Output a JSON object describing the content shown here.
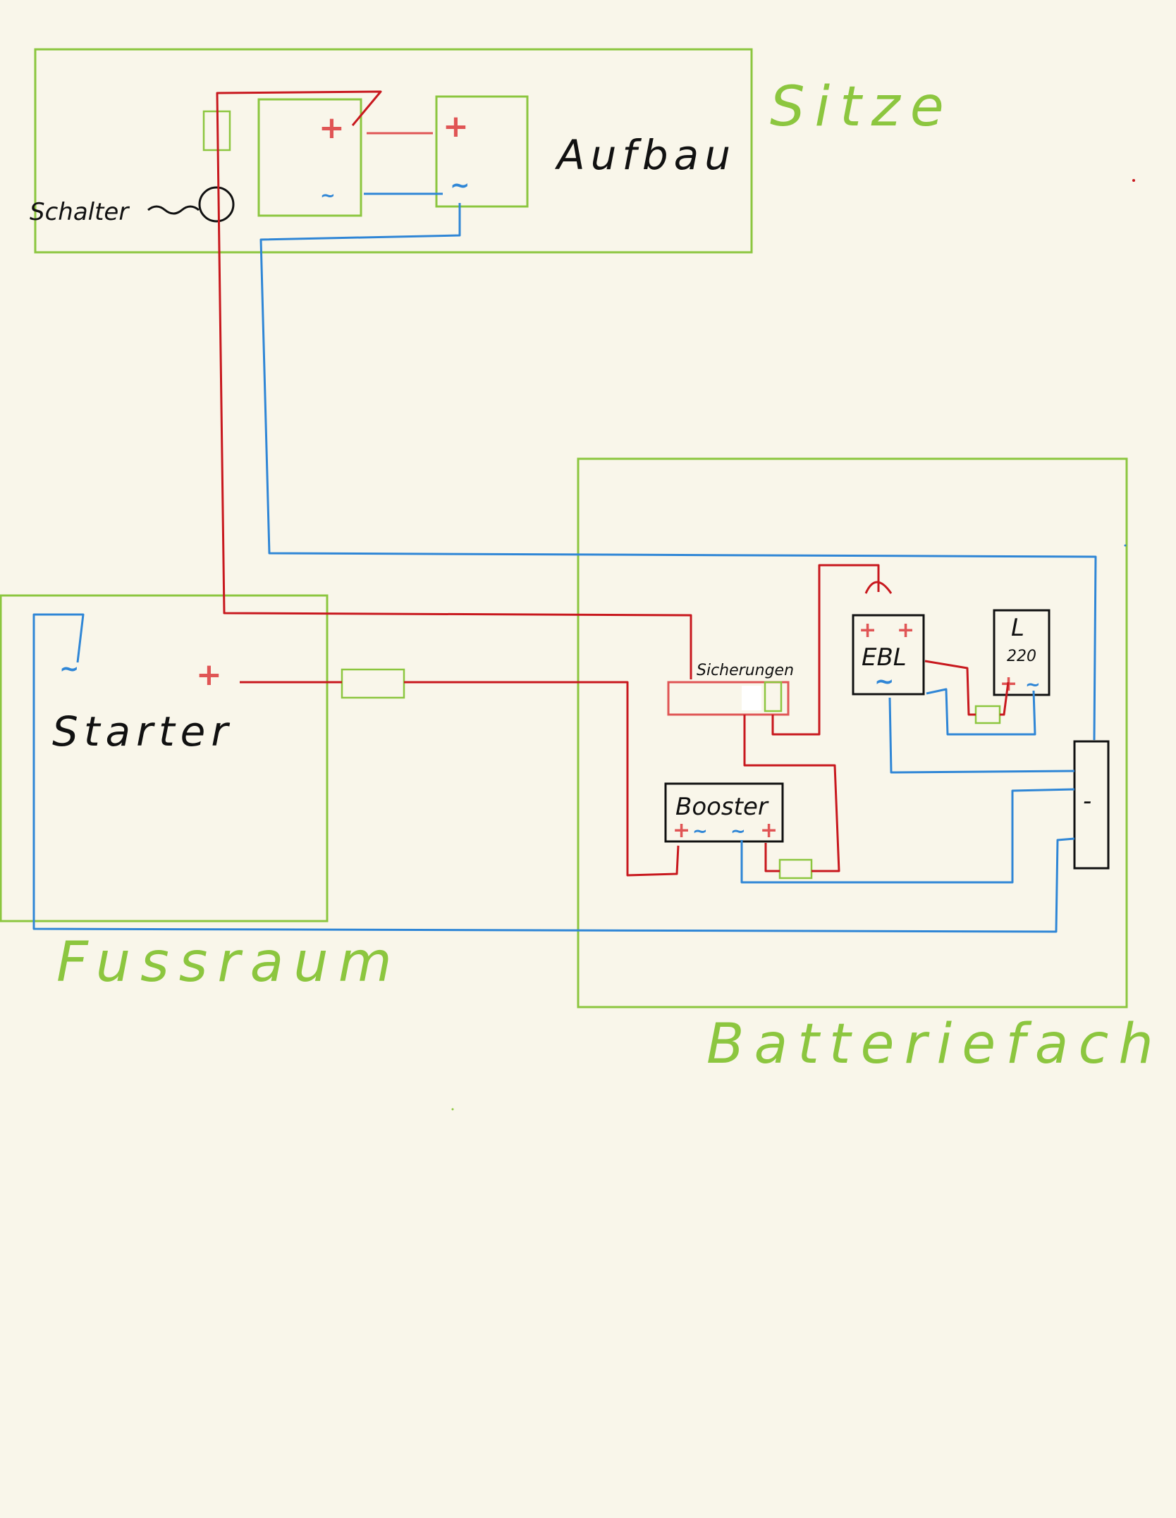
{
  "zones": {
    "sitze": "Sitze",
    "fussraum": "Fussraum",
    "batteriefach": "Batteriefach"
  },
  "components": {
    "aufbau": "Aufbau",
    "schalter": "Schalter",
    "starter": "Starter",
    "sicherungen": "Sicherungen",
    "booster": "Booster",
    "ebl": "EBL",
    "l_top": "L",
    "l_num": "220",
    "bus_minus": "-"
  },
  "terminals": {
    "plus": "+",
    "minus": "~"
  },
  "colors": {
    "zone": "#8cc63f",
    "positive_wire": "#c8181e",
    "negative_wire": "#2f86d6",
    "component": "#111111",
    "background": "#f9f6ea"
  }
}
